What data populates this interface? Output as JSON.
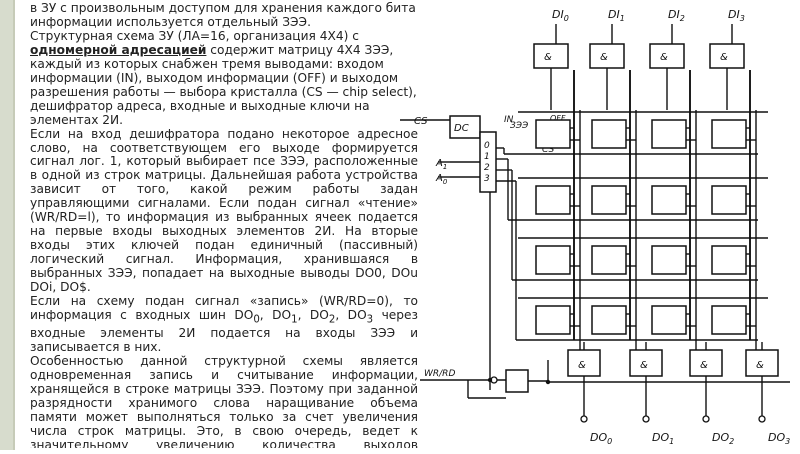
{
  "colors": {
    "side_stripe": "#d7dccd",
    "text": "#222222",
    "line": "#111111"
  },
  "text": {
    "p1": "в ЗУ с произвольным доступом для хранения каждого бита информации используется отдельный ЗЭЭ.",
    "p2_a": "Структурная схема ЗУ (ЛА=16, организация 4X4) с ",
    "p2_hl": "одномерной адресацией",
    "p2_b": " содержит матрицу 4X4 ЗЭЭ, каждый из которых снабжен тремя выводами: входом информации (IN), выходом информации (OFF) и выходом разрешения работы — выбора кристалла (CS — chip select), дешифратор адреса, входные и выходные ключи на элементах 2И.",
    "p3": "Если на вход дешифратора подано некоторое адресное слово, на соответствующем его выходе формируется сигнал лог. 1, который выбирает псе ЗЭЭ, расположенные в одной из строк матрицы. Дальнейшая работа устройства зависит от того, какой режим работы задан управляющими сигналами. Если подан сигнал «чтение» (WR/RD=l), то информация из выбранных ячеек подается на первые входы выходных элементов 2И. На вторые входы этих ключей подан единичный (пассивный) логический сигнал. Информация, хранившаяся в выбранных ЗЭЭ, попадает на выходные выводы DO0, DOu DOi, DO$.",
    "p4_a": "Если на схему подан сигнал «запись» (WR/RD=0), то информация с входных шин DO",
    "p4_s0": "0",
    "p4_b": ", DO",
    "p4_s1": "1",
    "p4_c": ", DO",
    "p4_s2": "2",
    "p4_d": ", DO",
    "p4_s3": "3",
    "p4_e": " через входные элементы 2И подается на входы ЗЭЭ и записывается в них.",
    "p5": "Особенностью данной структурной схемы является одновременная запись и считывание информации, хранящейся в строке матрицы ЗЭЭ. Поэтому при заданной разрядности хранимого слова наращивание объема памяти может выполняться только за счет увеличения числа строк матрицы. Это, в свою очередь, ведет к значительному увеличению количества выходов дешифратора, т. е. к усложнению"
  },
  "diagram": {
    "inputs": [
      "DI0",
      "DI1",
      "DI2",
      "DI3"
    ],
    "outputs": [
      "DO0",
      "DO1",
      "DO2",
      "DO3"
    ],
    "gate_label": "&",
    "cs_label": "CS",
    "dc_label": "DC",
    "addr": [
      "A1",
      "A0"
    ],
    "dc_outputs": [
      "0",
      "1",
      "2",
      "3"
    ],
    "cell_label": "ЗЭЭ",
    "in_label": "IN",
    "off_label": "OFF",
    "cs_pin_label": "CS",
    "wrrd_label": "WR/RD"
  }
}
